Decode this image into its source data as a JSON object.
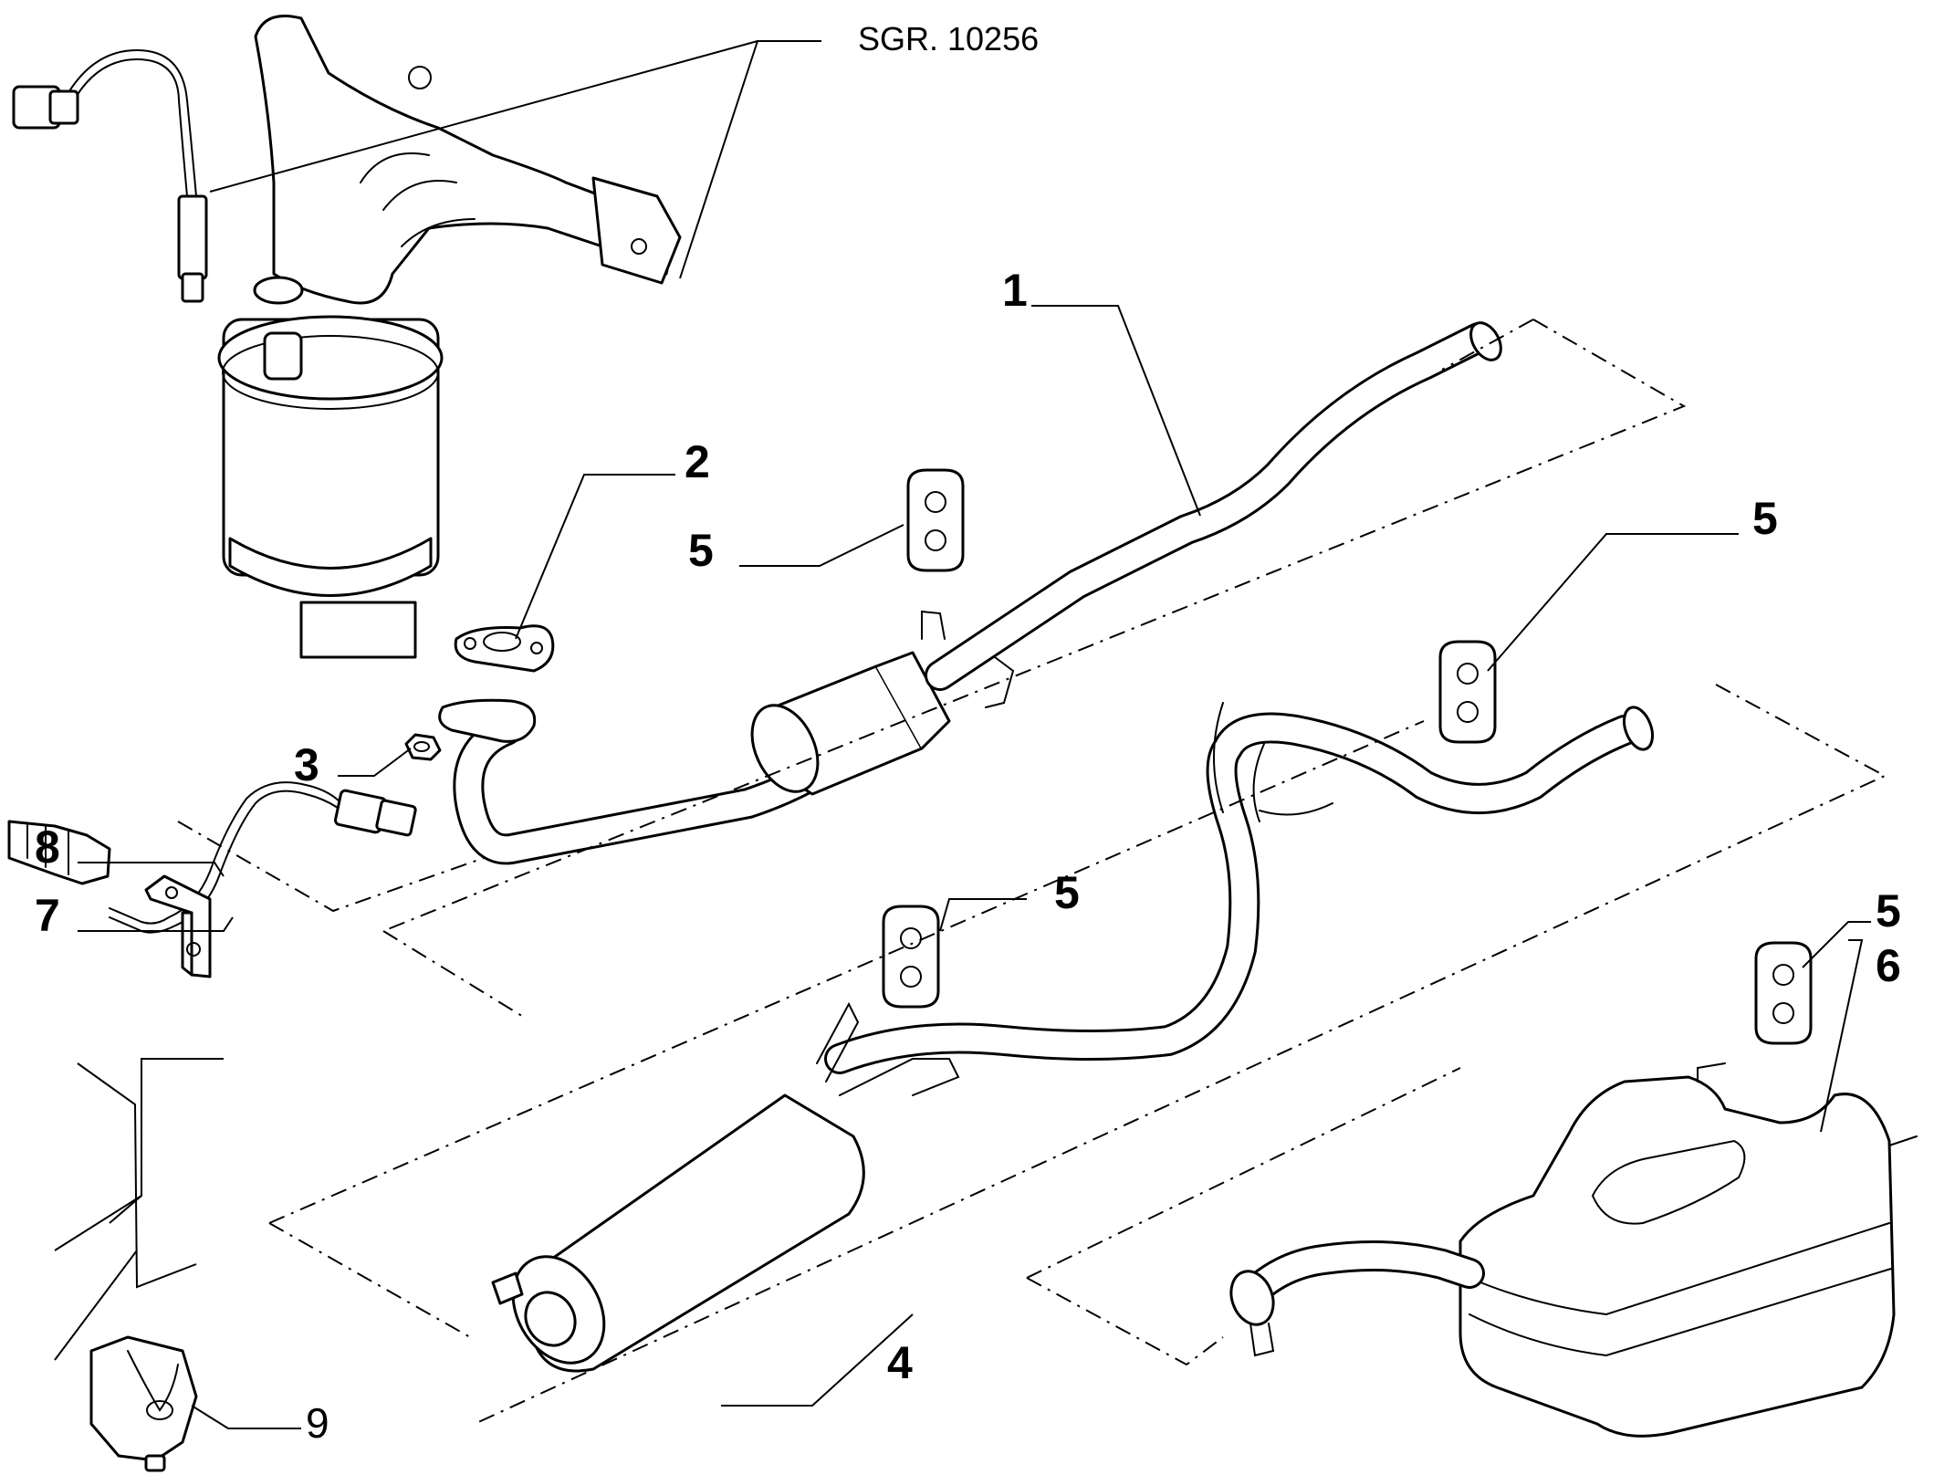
{
  "diagram": {
    "catalog_code": "SGR. 10256",
    "callouts": [
      {
        "id": "c1",
        "label": "1"
      },
      {
        "id": "c2",
        "label": "2"
      },
      {
        "id": "c3",
        "label": "3"
      },
      {
        "id": "c4",
        "label": "4"
      },
      {
        "id": "c5a",
        "label": "5"
      },
      {
        "id": "c5b",
        "label": "5"
      },
      {
        "id": "c5c",
        "label": "5"
      },
      {
        "id": "c5d",
        "label": "5"
      },
      {
        "id": "c6",
        "label": "6"
      },
      {
        "id": "c7",
        "label": "7"
      },
      {
        "id": "c8",
        "label": "8"
      },
      {
        "id": "c9",
        "label": "9"
      }
    ]
  }
}
